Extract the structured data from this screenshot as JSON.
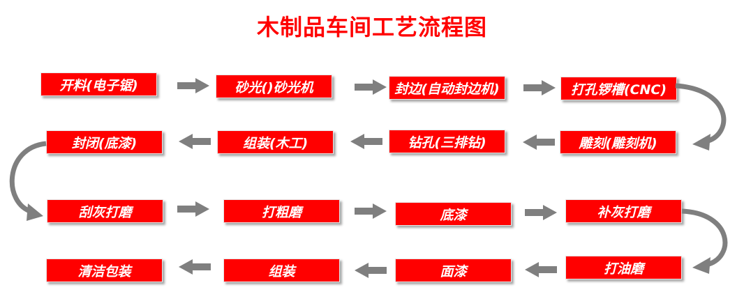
{
  "title": "木制品车间工艺流程图",
  "colors": {
    "box": "#ff0000",
    "text": "#ffffff",
    "arrow": "#7f7f7f",
    "title": "#ff0000"
  },
  "rows": [
    {
      "steps": [
        "开料(电子锯)",
        "砂光()砂光机",
        "封边(自动封边机)",
        "打孔锣槽(CNC)"
      ],
      "direction": "right"
    },
    {
      "steps": [
        "封闭(底漆)",
        "组装(木工)",
        "钻孔(三排钻)",
        "雕刻(雕刻机)"
      ],
      "direction": "left"
    },
    {
      "steps": [
        "刮灰打磨",
        "打粗磨",
        "底漆",
        "补灰打磨"
      ],
      "direction": "right"
    },
    {
      "steps": [
        "清洁包装",
        "组装",
        "面漆",
        "打油磨"
      ],
      "direction": "left"
    }
  ]
}
